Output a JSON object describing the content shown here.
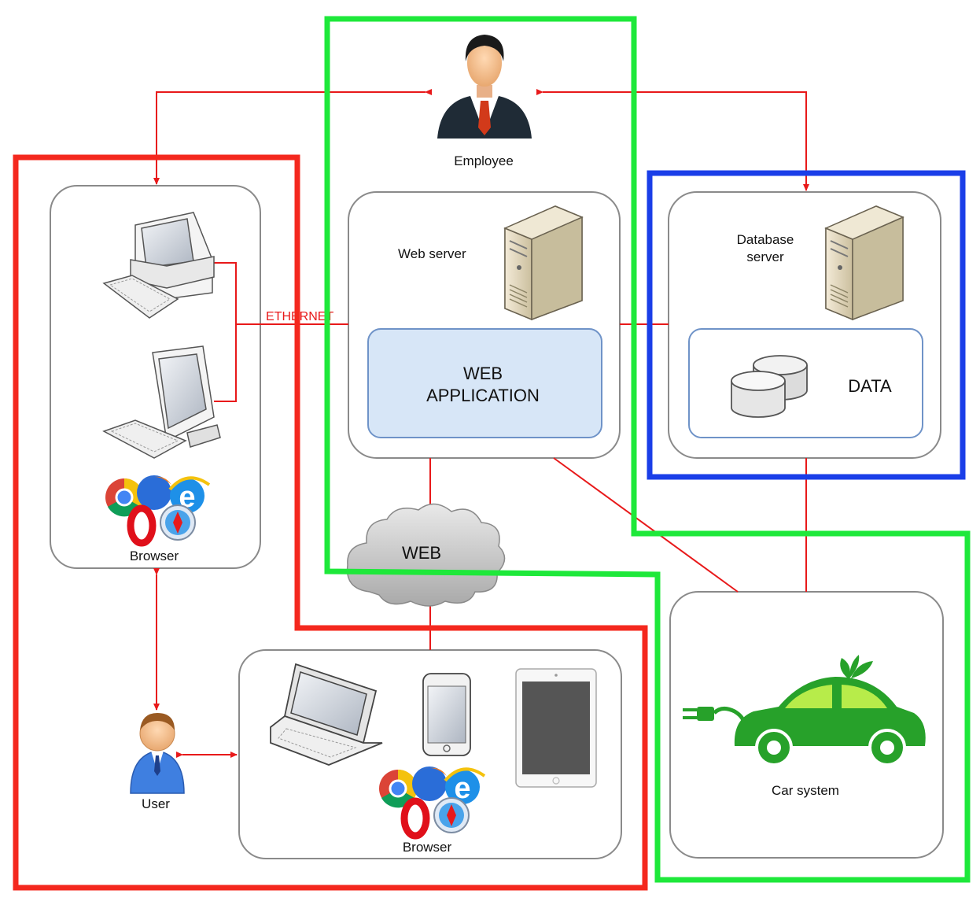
{
  "labels": {
    "employee": "Employee",
    "web_server": "Web server",
    "database_server_line1": "Database",
    "database_server_line2": "server",
    "web_application_line1": "WEB",
    "web_application_line2": "APPLICATION",
    "data": "DATA",
    "ethernet": "ETHERNET",
    "web": "WEB",
    "browser_left": "Browser",
    "browser_bottom": "Browser",
    "user": "User",
    "car_system": "Car system"
  },
  "colors": {
    "connector_red": "#e8191a",
    "region_red": "#f4281e",
    "region_green": "#1ee83a",
    "region_blue": "#1a3ee8",
    "node_border": "#8a8a8a",
    "webapp_fill": "#d7e6f7",
    "webapp_border": "#6f93c8",
    "car_green": "#27a12a",
    "car_window": "#b7ec4a"
  },
  "icons": [
    "employee-icon",
    "desktop-computer-icon",
    "server-tower-icon",
    "database-cylinders-icon",
    "browser-logos-icon",
    "cloud-icon",
    "laptop-icon",
    "smartphone-icon",
    "tablet-icon",
    "user-icon",
    "electric-car-icon"
  ]
}
